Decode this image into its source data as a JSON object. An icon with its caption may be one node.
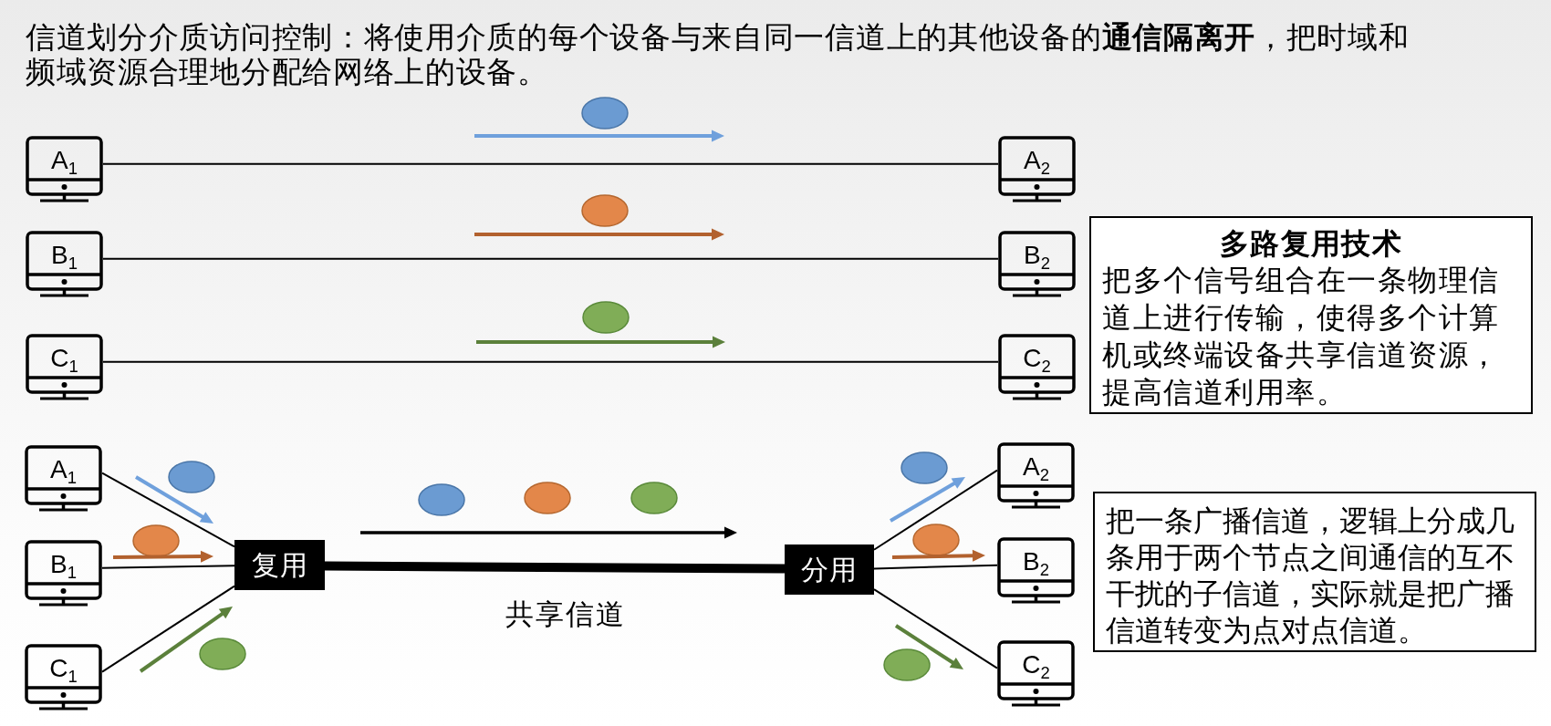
{
  "diagram": {
    "title": "信道划分介质访问控制：将使用介质的每个设备与来自同一信道上的其他设备的**通信隔离开**，把时域和频域资源合理地分配给网络上的设备。",
    "nodes": [
      {
        "text": [
          "A$_{1}$"
        ]
      },
      {
        "text": [
          "A$_{2}$"
        ]
      },
      {
        "text": [
          "B$_{1}$"
        ]
      },
      {
        "text": [
          "B$_{2}$"
        ]
      },
      {
        "text": [
          "C$_{1}$"
        ]
      },
      {
        "text": [
          "C$_{2}$"
        ]
      },
      {
        "text": [
          "多路复用技术",
          "把多个信号组合在一条物理信道上进行传输，使得多个计算机或终端设备共享信道资源，提高信道利用率。"
        ]
      },
      {
        "text": [
          "A$_{1}$"
        ]
      },
      {
        "text": [
          "B$_{1}$"
        ]
      },
      {
        "text": [
          "C$_{1}$"
        ]
      },
      {
        "text": [
          "复用"
        ]
      },
      {
        "text": [
          "分用"
        ]
      },
      {
        "text": [
          "A$_{2}$"
        ]
      },
      {
        "text": [
          "B$_{2}$"
        ]
      },
      {
        "text": [
          "C$_{2}$"
        ]
      },
      {
        "text": [
          "把一条广播信道，逻辑上分成几条用于两个节点之间通信的互不干扰的子信道，实际就是把广播信道转变为点对点信道。"
        ]
      }
    ],
    "edges": [
      {
        "from": 0,
        "to": 1,
        "arrow": "none"
      },
      {
        "from": 2,
        "to": 3,
        "arrow": "none"
      },
      {
        "from": 4,
        "to": 5,
        "arrow": "none"
      },
      {
        "from": 7,
        "to": 10,
        "arrow": "none"
      },
      {
        "from": 8,
        "to": 10,
        "arrow": "none"
      },
      {
        "from": 9,
        "to": 10,
        "arrow": "none"
      },
      {
        "from": 10,
        "to": 11,
        "arrow": "none",
        "style": "thick",
        "label": "共享信道"
      },
      {
        "from": 11,
        "to": 12,
        "arrow": "none"
      },
      {
        "from": 11,
        "to": 13,
        "arrow": "none"
      },
      {
        "from": 11,
        "to": 14,
        "arrow": "none"
      }
    ]
  }
}
